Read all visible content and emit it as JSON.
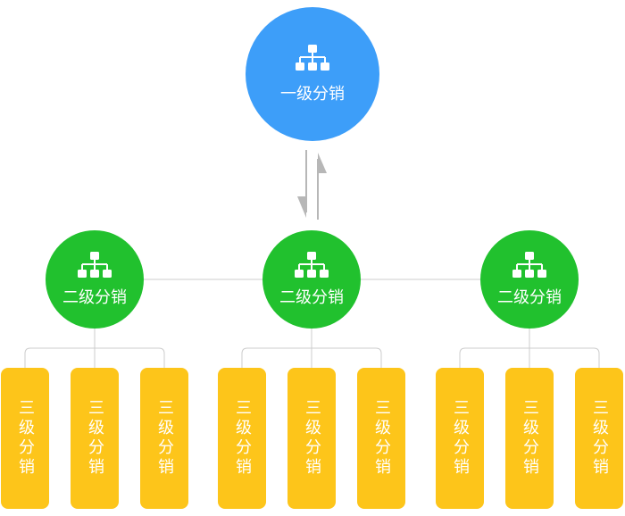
{
  "colors": {
    "level1": "#3d9ef9",
    "level2": "#21c12e",
    "level3": "#fdc51a",
    "line": "#cccccc",
    "arrow": "#b7b7b7"
  },
  "level1": {
    "label": "一级分销",
    "icon": "org-chart-icon"
  },
  "level2": [
    {
      "label": "二级分销",
      "icon": "org-chart-icon"
    },
    {
      "label": "二级分销",
      "icon": "org-chart-icon"
    },
    {
      "label": "二级分销",
      "icon": "org-chart-icon"
    }
  ],
  "level3": [
    {
      "label": "三级分销"
    },
    {
      "label": "三级分销"
    },
    {
      "label": "三级分销"
    },
    {
      "label": "三级分销"
    },
    {
      "label": "三级分销"
    },
    {
      "label": "三级分销"
    },
    {
      "label": "三级分销"
    },
    {
      "label": "三级分销"
    },
    {
      "label": "三级分销"
    }
  ]
}
